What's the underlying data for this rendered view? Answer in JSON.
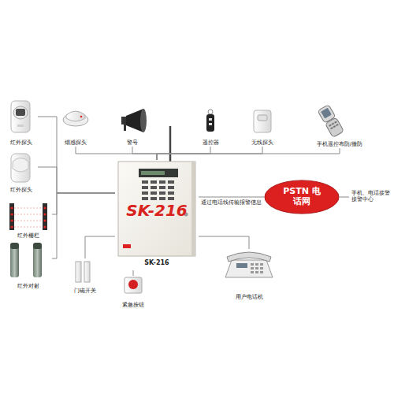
{
  "diagram": {
    "nodes": [
      {
        "text": [
          "红外探头"
        ]
      },
      {
        "text": [
          "烟感探头"
        ]
      },
      {
        "text": [
          "警号"
        ]
      },
      {
        "text": [
          "遥控器"
        ]
      },
      {
        "text": [
          "无线探头"
        ]
      },
      {
        "text": [
          "手机遥控布防/撤防"
        ]
      },
      {
        "text": [
          "红外探头"
        ]
      },
      {
        "text": [
          "SK-216",
          "SK-216"
        ]
      },
      {
        "text": [
          "PSTN 电话网"
        ]
      },
      {
        "text": [
          "红外栅栏"
        ]
      },
      {
        "text": [
          "红外对射"
        ]
      },
      {
        "text": [
          "门磁开关"
        ]
      },
      {
        "text": [
          "紧急按钮"
        ]
      },
      {
        "text": [
          "用户电话机"
        ]
      }
    ],
    "edges": [
      {
        "from": 0,
        "to": 7,
        "arrow": "none"
      },
      {
        "from": 1,
        "to": 7,
        "arrow": "none"
      },
      {
        "from": 2,
        "to": 7,
        "arrow": "none"
      },
      {
        "from": 3,
        "to": 7,
        "arrow": "none"
      },
      {
        "from": 4,
        "to": 7,
        "arrow": "none"
      },
      {
        "from": 5,
        "to": 7,
        "arrow": "none"
      },
      {
        "from": 6,
        "to": 7,
        "arrow": "none"
      },
      {
        "from": 7,
        "to": 8,
        "label": "通过电话线传输报警信息",
        "arrow": "none"
      },
      {
        "from": 9,
        "to": 7,
        "arrow": "none"
      },
      {
        "from": 10,
        "to": 7,
        "arrow": "none"
      },
      {
        "from": 11,
        "to": 7,
        "arrow": "none"
      },
      {
        "from": 12,
        "to": 7,
        "arrow": "none"
      },
      {
        "from": 7,
        "to": 13,
        "arrow": "none"
      }
    ],
    "labels": [
      "手机、电话接警 接警中心"
    ]
  }
}
